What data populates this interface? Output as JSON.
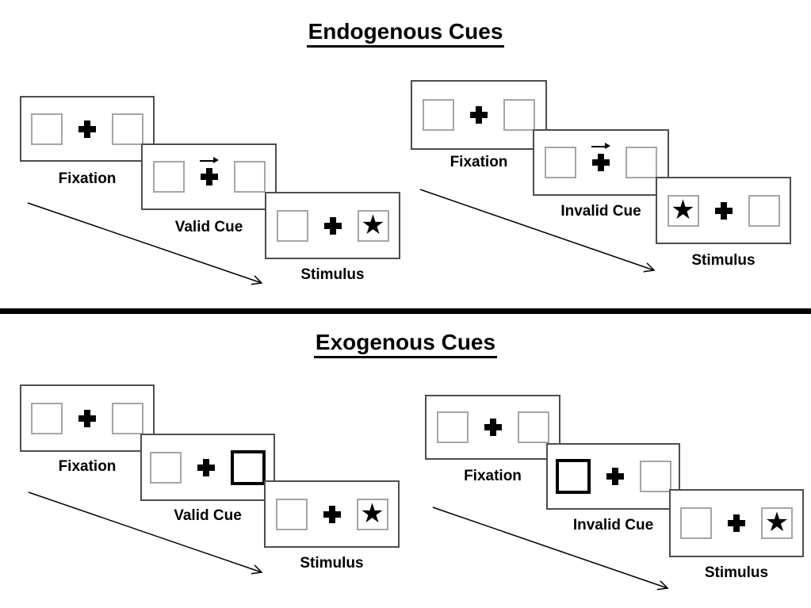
{
  "diagram": {
    "description": "Posner spatial cueing task trial sequences",
    "colors": {
      "background": "#ffffff",
      "ink": "#000000",
      "panel_border": "#4d4d4d",
      "box_border": "#a6a6a6"
    }
  },
  "icons": {
    "star": "★"
  },
  "sections": [
    {
      "title": "Endogenous Cues",
      "groups": [
        {
          "name": "valid",
          "panels": [
            {
              "label": "Fixation",
              "content": "two-empty-boxes-with-central-cross"
            },
            {
              "label": "Valid Cue",
              "content": "central-arrow-pointing-right-above-cross"
            },
            {
              "label": "Stimulus",
              "content": "star-in-right-box"
            }
          ]
        },
        {
          "name": "invalid",
          "panels": [
            {
              "label": "Fixation",
              "content": "two-empty-boxes-with-central-cross"
            },
            {
              "label": "Invalid Cue",
              "content": "central-arrow-pointing-right-above-cross"
            },
            {
              "label": "Stimulus",
              "content": "star-in-left-box"
            }
          ]
        }
      ]
    },
    {
      "title": "Exogenous Cues",
      "groups": [
        {
          "name": "valid",
          "panels": [
            {
              "label": "Fixation",
              "content": "two-empty-boxes-with-central-cross"
            },
            {
              "label": "Valid Cue",
              "content": "right-box-highlighted-thick-border"
            },
            {
              "label": "Stimulus",
              "content": "star-in-right-box"
            }
          ]
        },
        {
          "name": "invalid",
          "panels": [
            {
              "label": "Fixation",
              "content": "two-empty-boxes-with-central-cross"
            },
            {
              "label": "Invalid Cue",
              "content": "left-box-highlighted-thick-border"
            },
            {
              "label": "Stimulus",
              "content": "star-in-right-box"
            }
          ]
        }
      ]
    }
  ]
}
